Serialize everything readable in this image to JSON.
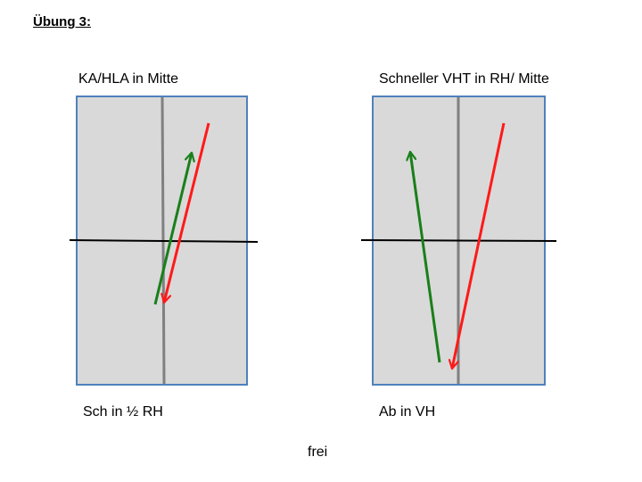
{
  "title": "Übung 3:",
  "bottom_note": "frei",
  "colors": {
    "panel_fill": "#d9d9d9",
    "panel_border": "#4f81bd",
    "center_line": "#808080",
    "baseline": "#000000",
    "green_arrow": "#1a7f1a",
    "red_arrow": "#ff1a1a"
  },
  "diagrams": [
    {
      "heading": "KA/HLA in Mitte",
      "footer": "Sch in ½ RH",
      "arrows": [
        {
          "color": "green",
          "direction": "up"
        },
        {
          "color": "red",
          "direction": "down"
        }
      ]
    },
    {
      "heading": "Schneller VHT in RH/ Mitte",
      "footer": "Ab in VH",
      "arrows": [
        {
          "color": "green",
          "direction": "up"
        },
        {
          "color": "red",
          "direction": "down"
        }
      ]
    }
  ]
}
